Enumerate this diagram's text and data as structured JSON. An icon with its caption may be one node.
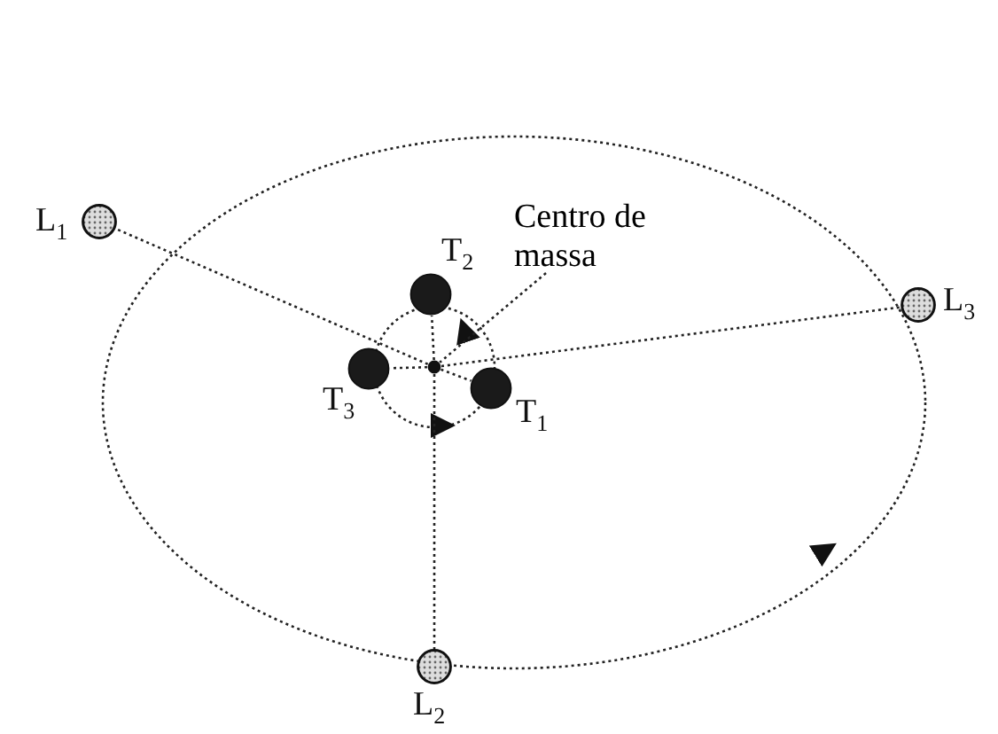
{
  "diagram": {
    "nodes": [
      {
        "text": [
          "L$_{1}$"
        ]
      },
      {
        "text": [
          "T$_{2}$"
        ]
      },
      {
        "text": [
          "Centro de massa"
        ]
      },
      {
        "text": [
          "L$_{3}$"
        ]
      },
      {
        "text": [],
        "shape": "circle"
      },
      {
        "text": [
          "T$_{3}$"
        ]
      },
      {
        "text": [
          "T$_{1}$"
        ]
      },
      {
        "text": [
          "L$_{2}$"
        ]
      }
    ],
    "edges": [
      {
        "from": 4,
        "to": 0,
        "arrow": "none"
      },
      {
        "from": 4,
        "to": 3,
        "arrow": "none"
      },
      {
        "from": 4,
        "to": 7,
        "arrow": "none"
      },
      {
        "from": 4,
        "to": 1,
        "arrow": "none"
      },
      {
        "from": 4,
        "to": 5,
        "arrow": "none"
      },
      {
        "from": 4,
        "to": 6,
        "arrow": "none"
      },
      {
        "from": 2,
        "to": 4,
        "arrow": "none"
      }
    ]
  }
}
